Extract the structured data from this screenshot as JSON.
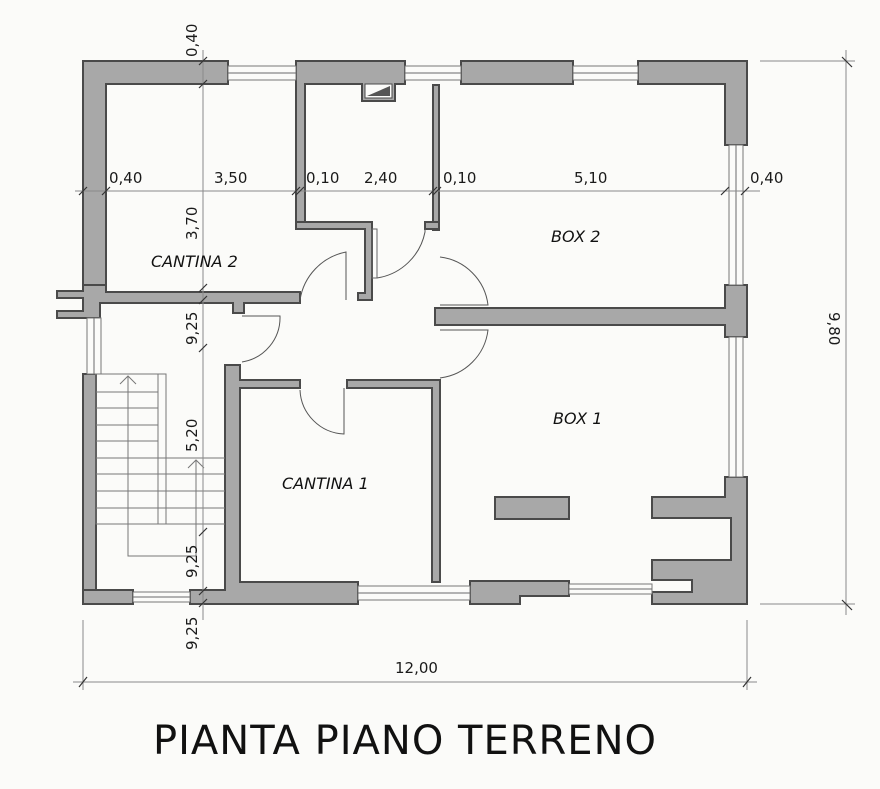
{
  "title": "PIANTA PIANO TERRENO",
  "rooms": {
    "cantina_2": "CANTINA 2",
    "cantina_1": "CANTINA 1",
    "box_2": "BOX 2",
    "box_1": "BOX 1"
  },
  "dimensions": {
    "top_wall_thickness": "0,40",
    "horizontal": [
      "0,40",
      "3,50",
      "0,10",
      "2,40",
      "0,10",
      "5,10",
      "0,40"
    ],
    "vertical_left": [
      "3,70",
      "9,25",
      "5,20",
      "9,25",
      "9,25"
    ],
    "total_width": "12,00",
    "total_height": "9,80"
  },
  "colors": {
    "wall_fill": "#a8a8a8",
    "wall_stroke": "#4a4a4a",
    "background": "#fbfbf9"
  }
}
